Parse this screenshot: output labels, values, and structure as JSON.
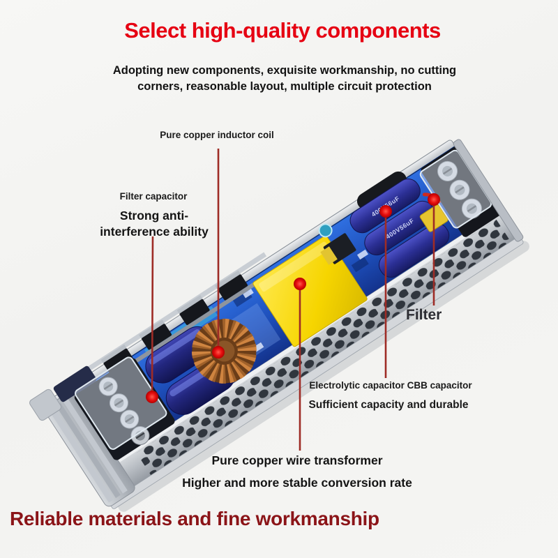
{
  "page": {
    "background": "#f3f3f1"
  },
  "header": {
    "title": "Select high-quality components",
    "title_color": "#e60012",
    "subtitle_line1": "Adopting new components, exquisite workmanship, no cutting",
    "subtitle_line2": "corners, reasonable layout, multiple circuit protection"
  },
  "callouts": {
    "inductor_coil": {
      "label": "Pure copper inductor coil"
    },
    "filter_capacitor": {
      "label": "Filter capacitor",
      "benefit_line1": "Strong anti-",
      "benefit_line2": "interference ability"
    },
    "filter": {
      "label": "Filter"
    },
    "electrolytic_capacitor": {
      "label": "Electrolytic capacitor CBB capacitor",
      "benefit": "Sufficient capacity and durable"
    },
    "transformer": {
      "label": "Pure copper wire transformer",
      "benefit": "Higher and more stable conversion rate"
    }
  },
  "board": {
    "capacitor_marking": "400V56uF",
    "callout_line_color": "#9e2c26",
    "callout_dot_color": "#e60000"
  },
  "footer": {
    "title": "Reliable materials and fine workmanship",
    "title_color": "#8b1418"
  }
}
